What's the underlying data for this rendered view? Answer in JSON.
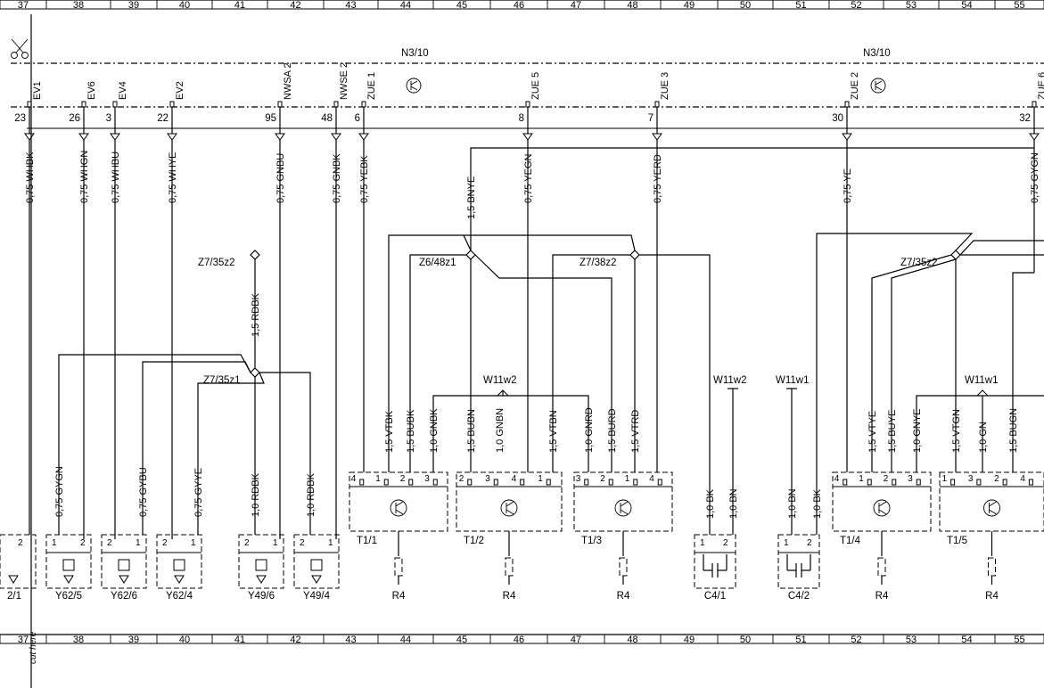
{
  "grid_top": [
    "37",
    "38",
    "39",
    "40",
    "41",
    "42",
    "43",
    "44",
    "45",
    "46",
    "47",
    "48",
    "49",
    "50",
    "51",
    "52",
    "53",
    "54",
    "55"
  ],
  "grid_bottom": [
    "37",
    "38",
    "39",
    "40",
    "41",
    "42",
    "43",
    "44",
    "45",
    "46",
    "47",
    "48",
    "49",
    "50",
    "51",
    "52",
    "53",
    "54",
    "55"
  ],
  "cut_label": "cut here",
  "modules": [
    {
      "name": "N3/10"
    },
    {
      "name": "N3/10"
    }
  ],
  "connector_pins": [
    {
      "signal": "EV1",
      "pin": "23"
    },
    {
      "signal": "EV6",
      "pin": "26"
    },
    {
      "signal": "EV4",
      "pin": "3"
    },
    {
      "signal": "EV2",
      "pin": "22"
    },
    {
      "signal": "NWSA 2",
      "pin": "95"
    },
    {
      "signal": "NWSE 2",
      "pin": "48"
    },
    {
      "signal": "ZUE 1",
      "pin": "6"
    },
    {
      "signal": "ZUE 5",
      "pin": "8"
    },
    {
      "signal": "ZUE 3",
      "pin": "7"
    },
    {
      "signal": "ZUE 2",
      "pin": "30"
    },
    {
      "signal": "ZUE 6",
      "pin": "32"
    }
  ],
  "wires_top": [
    "0,75 WHBK",
    "0,75 WHGN",
    "0,75 WHBU",
    "0,75 WHYE",
    "0,75 GNBU",
    "0,75 GNBK",
    "0,75 YEBK",
    "1,5 BNYE",
    "0,75 YEGN",
    "0,75 YERD",
    "0,75 YE",
    "0,75 GYGN"
  ],
  "splices": [
    "Z7/35z2",
    "Z7/35z1",
    "Z6/48z1",
    "Z7/38z2",
    "Z7/35z2"
  ],
  "splice_wire": "1,5 RDBK",
  "shields": [
    "W11w2",
    "W11w2",
    "W11w1",
    "W11w1"
  ],
  "coil_wires": [
    "1,5 VTBK",
    "1,5 BUBK",
    "1,0 GNBK",
    "1,5 BUBN",
    "1,0 GNBN",
    "1,5 VTBN",
    "1,0 GNRD",
    "1,5 BURD",
    "1,5 VTRD",
    "1,5 VTYE",
    "1,5 BUYE",
    "1,0 GNYE",
    "1,5 VTGN",
    "1,0 GN",
    "1,5 BUGN"
  ],
  "valve_wires": [
    "0,75 GYGN",
    "0,75 GYBU",
    "0,75 GYYE",
    "1,0 RDBK",
    "1,0 RDBK"
  ],
  "cap_wires": [
    "1,0 BK",
    "1,0 BN",
    "1,0 BN",
    "1,0 BK"
  ],
  "components": [
    "2/1",
    "Y62/5",
    "Y62/6",
    "Y62/4",
    "Y49/6",
    "Y49/4",
    "T1/1",
    "T1/2",
    "T1/3",
    "C4/1",
    "C4/2",
    "T1/4",
    "T1/5"
  ],
  "resistor_label": "R4",
  "pin_numbers": {
    "valve": [
      "2",
      "1"
    ],
    "y625": [
      "1",
      "2"
    ],
    "t11": [
      "4",
      "1",
      "2",
      "3"
    ],
    "t12": [
      "2",
      "3",
      "4",
      "1"
    ],
    "t13": [
      "3",
      "2",
      "1",
      "4"
    ],
    "t14": [
      "4",
      "1",
      "2",
      "3"
    ],
    "t15": [
      "1",
      "3",
      "2",
      "4"
    ]
  }
}
